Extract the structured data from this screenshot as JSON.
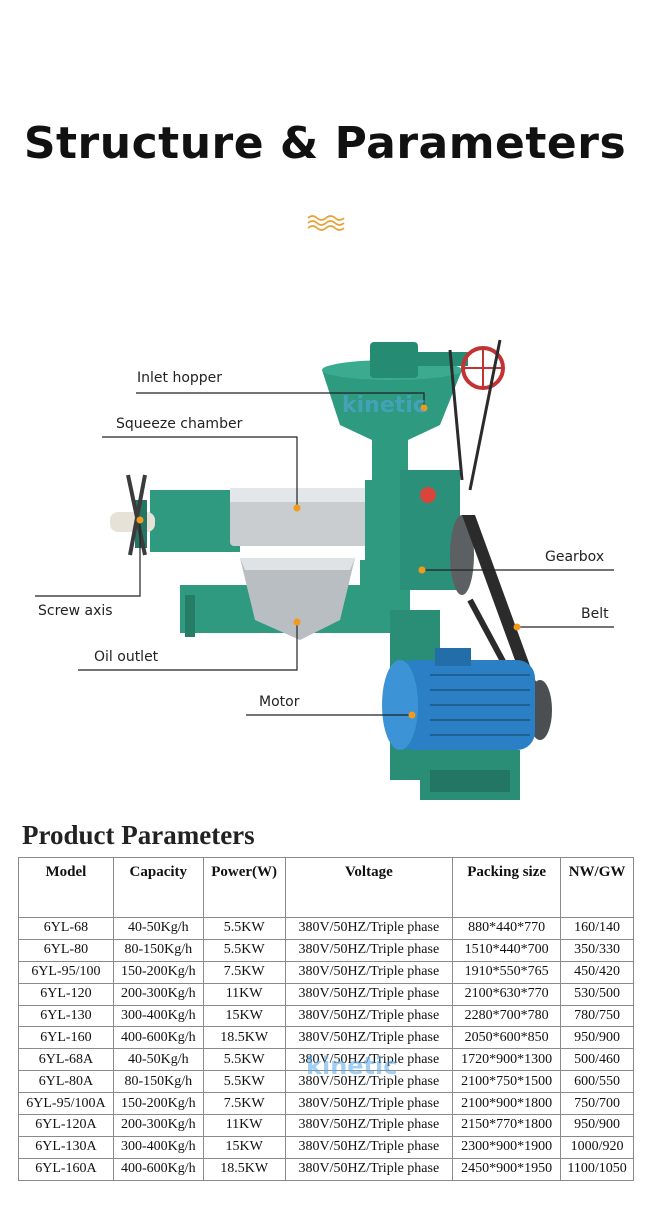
{
  "header": {
    "title": "Structure & Parameters",
    "divider_icon": "wave-lines-icon"
  },
  "colors": {
    "accent": "#e8a23a",
    "dot": "#f29a1b",
    "machine_green": "#2f9a80",
    "motor_blue": "#2b7fc4"
  },
  "diagram": {
    "labels": {
      "inlet_hopper": "Inlet hopper",
      "squeeze_chamber": "Squeeze chamber",
      "screw_axis": "Screw axis",
      "oil_outlet": "Oil outlet",
      "motor": "Motor",
      "gearbox": "Gearbox",
      "belt": "Belt"
    },
    "watermark": "kinetic"
  },
  "params": {
    "heading": "Product Parameters",
    "columns": [
      "Model",
      "Capacity",
      "Power(W)",
      "Voltage",
      "Packing size",
      "NW/GW"
    ],
    "rows": [
      [
        "6YL-68",
        "40-50Kg/h",
        "5.5KW",
        "380V/50HZ/Triple phase",
        "880*440*770",
        "160/140"
      ],
      [
        "6YL-80",
        "80-150Kg/h",
        "5.5KW",
        "380V/50HZ/Triple phase",
        "1510*440*700",
        "350/330"
      ],
      [
        "6YL-95/100",
        "150-200Kg/h",
        "7.5KW",
        "380V/50HZ/Triple phase",
        "1910*550*765",
        "450/420"
      ],
      [
        "6YL-120",
        "200-300Kg/h",
        "11KW",
        "380V/50HZ/Triple phase",
        "2100*630*770",
        "530/500"
      ],
      [
        "6YL-130",
        "300-400Kg/h",
        "15KW",
        "380V/50HZ/Triple phase",
        "2280*700*780",
        "780/750"
      ],
      [
        "6YL-160",
        "400-600Kg/h",
        "18.5KW",
        "380V/50HZ/Triple phase",
        "2050*600*850",
        "950/900"
      ],
      [
        "6YL-68A",
        "40-50Kg/h",
        "5.5KW",
        "380V/50HZ/Triple phase",
        "1720*900*1300",
        "500/460"
      ],
      [
        "6YL-80A",
        "80-150Kg/h",
        "5.5KW",
        "380V/50HZ/Triple phase",
        "2100*750*1500",
        "600/550"
      ],
      [
        "6YL-95/100A",
        "150-200Kg/h",
        "7.5KW",
        "380V/50HZ/Triple phase",
        "2100*900*1800",
        "750/700"
      ],
      [
        "6YL-120A",
        "200-300Kg/h",
        "11KW",
        "380V/50HZ/Triple phase",
        "2150*770*1800",
        "950/900"
      ],
      [
        "6YL-130A",
        "300-400Kg/h",
        "15KW",
        "380V/50HZ/Triple phase",
        "2300*900*1900",
        "1000/920"
      ],
      [
        "6YL-160A",
        "400-600Kg/h",
        "18.5KW",
        "380V/50HZ/Triple phase",
        "2450*900*1950",
        "1100/1050"
      ]
    ],
    "watermark": "kinetic"
  }
}
